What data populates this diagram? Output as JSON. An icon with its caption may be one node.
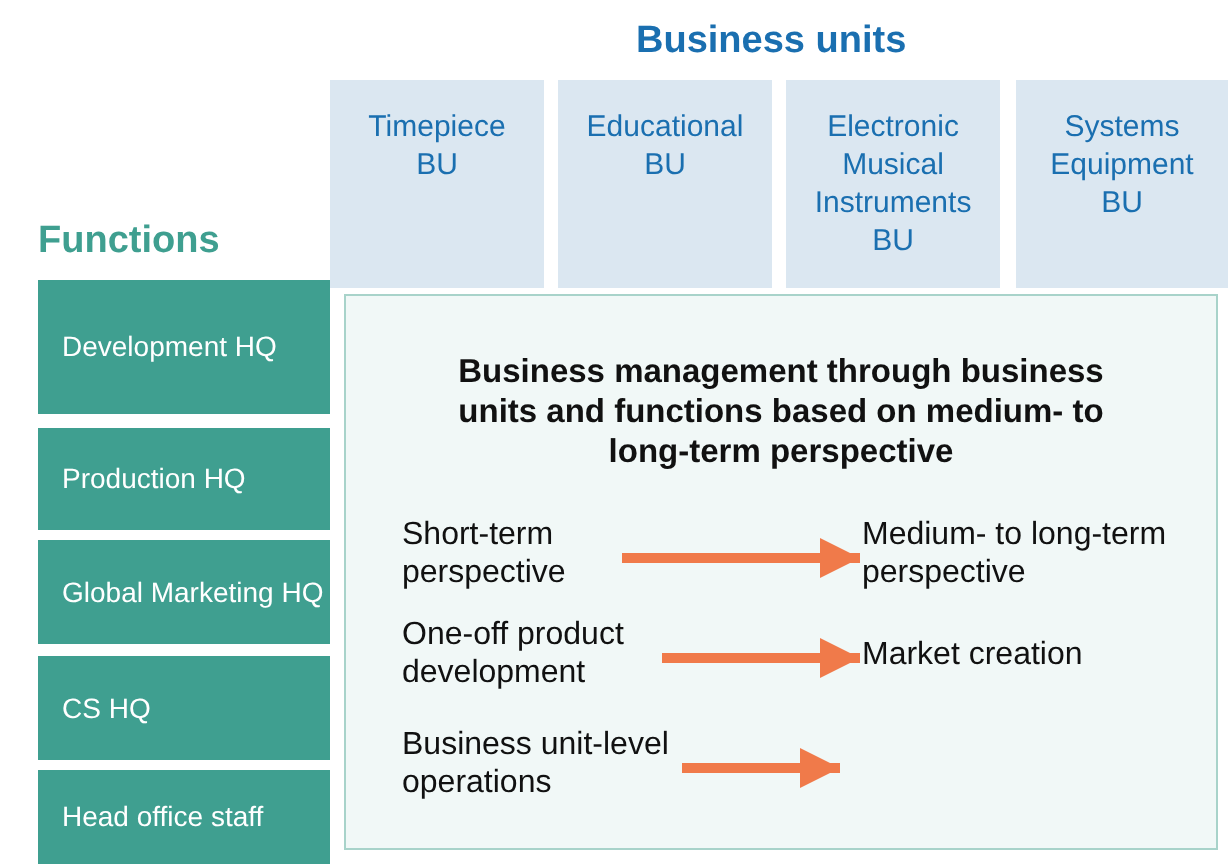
{
  "diagram": {
    "nodes": [
      {
        "text": [
          "Timepiece BU"
        ]
      },
      {
        "text": [
          "Educational BU"
        ]
      },
      {
        "text": [
          "Electronic Musical Instruments BU"
        ]
      },
      {
        "text": [
          "Systems Equipment BU"
        ]
      },
      {
        "text": [
          "Development HQ"
        ]
      },
      {
        "text": [
          "Production HQ"
        ]
      },
      {
        "text": [
          "Global Marketing HQ"
        ]
      },
      {
        "text": [
          "CS HQ"
        ]
      },
      {
        "text": [
          "Head office staff"
        ]
      },
      {
        "text": [
          "Business management through business units and functions based on medium- to long-term perspective"
        ]
      },
      {
        "text": [
          "Short-term perspective"
        ],
        "in": 9
      },
      {
        "text": [
          "Medium- to long-term perspective"
        ],
        "in": 9
      },
      {
        "text": [
          "One-off product development"
        ],
        "in": 9
      },
      {
        "text": [
          "Market creation"
        ],
        "in": 9
      },
      {
        "text": [
          "Business unit-level operations"
        ],
        "in": 9
      }
    ],
    "edges": [
      {
        "from": 10,
        "to": 11,
        "arrow": "to"
      },
      {
        "from": 12,
        "to": 13,
        "arrow": "to"
      },
      {
        "from": 14,
        "to": null,
        "arrow": "to"
      }
    ],
    "labels": [
      "Business units",
      "Functions"
    ]
  }
}
